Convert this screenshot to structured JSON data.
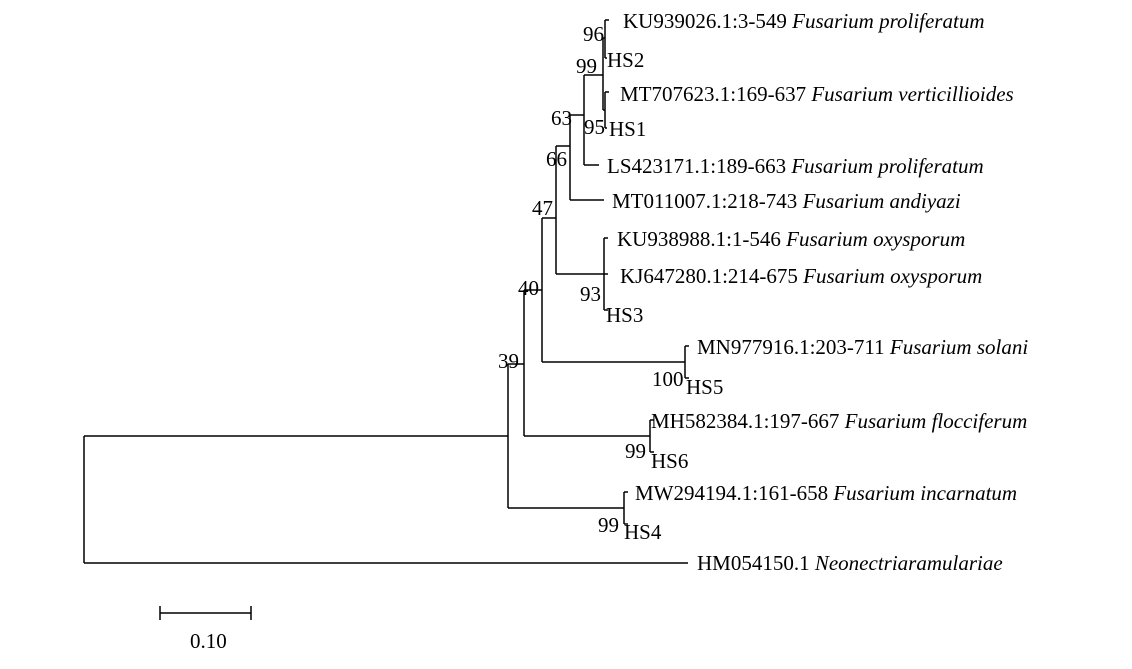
{
  "tree": {
    "leaves": [
      {
        "id": "ku939026",
        "accession": "KU939026.1:3-549",
        "species": "Fusarium proliferatum"
      },
      {
        "id": "hs2",
        "accession": "HS2",
        "species": ""
      },
      {
        "id": "mt707623",
        "accession": "MT707623.1:169-637",
        "species": "Fusarium verticillioides"
      },
      {
        "id": "hs1",
        "accession": "HS1",
        "species": ""
      },
      {
        "id": "ls423171",
        "accession": "LS423171.1:189-663",
        "species": "Fusarium proliferatum"
      },
      {
        "id": "mt011007",
        "accession": "MT011007.1:218-743",
        "species": "Fusarium andiyazi"
      },
      {
        "id": "ku938988",
        "accession": "KU938988.1:1-546",
        "species": "Fusarium oxysporum"
      },
      {
        "id": "kj647280",
        "accession": "KJ647280.1:214-675",
        "species": "Fusarium oxysporum"
      },
      {
        "id": "hs3",
        "accession": "HS3",
        "species": ""
      },
      {
        "id": "mn977916",
        "accession": "MN977916.1:203-711",
        "species": "Fusarium solani"
      },
      {
        "id": "hs5",
        "accession": "HS5",
        "species": ""
      },
      {
        "id": "mh582384",
        "accession": "MH582384.1:197-667",
        "species": "Fusarium flocciferum"
      },
      {
        "id": "hs6",
        "accession": "HS6",
        "species": ""
      },
      {
        "id": "mw294194",
        "accession": "MW294194.1:161-658",
        "species": "Fusarium incarnatum"
      },
      {
        "id": "hs4",
        "accession": "HS4",
        "species": ""
      },
      {
        "id": "hm054150",
        "accession": "HM054150.1",
        "species": "Neonectriaramulariae"
      }
    ],
    "support_values": {
      "n96": "96",
      "n95": "95",
      "n99a": "99",
      "n63": "63",
      "n66": "66",
      "n93": "93",
      "n47": "47",
      "n100": "100",
      "n40": "40",
      "n99b": "99",
      "n39": "39",
      "n99c": "99"
    },
    "scale_bar_label": "0.10"
  }
}
